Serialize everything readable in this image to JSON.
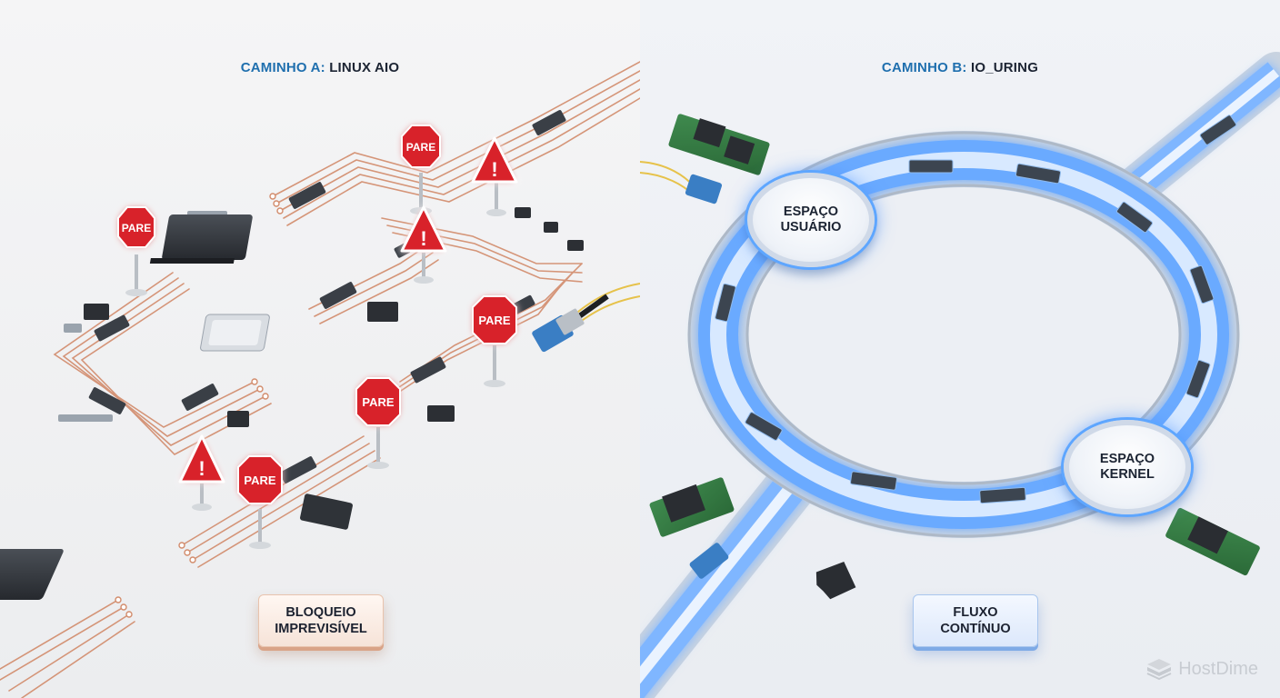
{
  "path_a": {
    "title_prefix": "CAMINHO A:",
    "title_name": "LINUX AIO",
    "stop_sign_text": "PARE",
    "warning_symbol": "!",
    "label_line1": "BLOQUEIO",
    "label_line2": "IMPREVISÍVEL",
    "colors": {
      "trace": "#d08a6a",
      "sign": "#d8232a",
      "chip": "#2f3338"
    }
  },
  "path_b": {
    "title_prefix": "CAMINHO B:",
    "title_name": "IO_URING",
    "node_user_line1": "ESPAÇO",
    "node_user_line2": "USUÁRIO",
    "node_kernel_line1": "ESPAÇO",
    "node_kernel_line2": "KERNEL",
    "label_line1": "FLUXO",
    "label_line2": "CONTÍNUO",
    "colors": {
      "ring_glow": "#4e9bff",
      "ring_metal": "#c9d3e0"
    }
  },
  "watermark": {
    "text": "HostDime",
    "icon": "hostdime-logo-icon"
  }
}
